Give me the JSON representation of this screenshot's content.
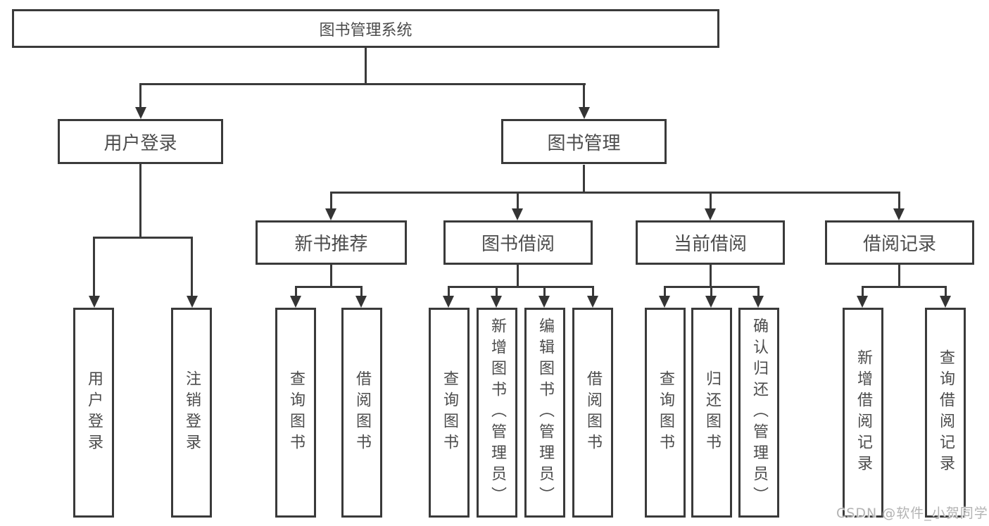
{
  "diagram": {
    "title": "图书管理系统",
    "level2": {
      "user_login": "用户登录",
      "book_management": "图书管理"
    },
    "level3": {
      "new_book_recommend": "新书推荐",
      "book_borrowing": "图书借阅",
      "current_borrowing": "当前借阅",
      "borrowing_records": "借阅记录"
    },
    "leaves": {
      "user_login": [
        "用户登录",
        "注销登录"
      ],
      "new_book_recommend": [
        "查询图书",
        "借阅图书"
      ],
      "book_borrowing": [
        "查询图书",
        "新增图书（管理员）",
        "编辑图书（管理员）",
        "借阅图书"
      ],
      "current_borrowing": [
        "查询图书",
        "归还图书",
        "确认归还（管理员）"
      ],
      "borrowing_records": [
        "新增借阅记录",
        "查询借阅记录"
      ]
    }
  },
  "watermark": {
    "text": "CSDN @软件_小贺同学",
    "color": "#b3b3b3"
  },
  "colors": {
    "line": "#3a3a3a",
    "text": "#4c4c4c",
    "background": "#ffffff"
  }
}
